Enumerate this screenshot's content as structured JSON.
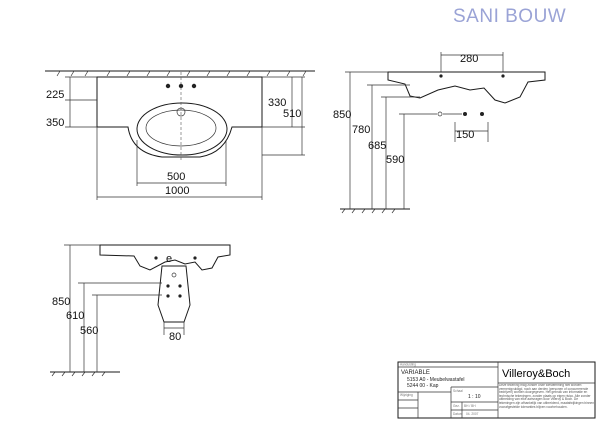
{
  "logo": {
    "text": "SANI BOUW",
    "color": "#9aa3d6"
  },
  "top_view": {
    "dims": {
      "left_upper": "225",
      "left_lower": "350",
      "right_inner": "330",
      "right_outer": "510",
      "basin_width": "500",
      "total_width": "1000"
    }
  },
  "side_view": {
    "dims": {
      "tap_spacing": "280",
      "h1": "850",
      "h2": "780",
      "h3": "685",
      "h4": "590",
      "waste_spacing": "150"
    }
  },
  "front_view": {
    "dims": {
      "h1": "850",
      "h2": "610",
      "h3": "560",
      "siphon_width": "80"
    }
  },
  "title_block": {
    "title": "VARIABLE",
    "lines": [
      "5153 A0 - Meubelwastafel",
      "5244 00 - Kap"
    ],
    "scale_label": "Schaal",
    "scale": "1 : 10",
    "brand": "Villeroy&Boch",
    "label_wijziging": "Wijziging",
    "label_tekening": "Aanduiding",
    "label_gez": "Gez.",
    "label_datum": "Datum",
    "initials": "BH / BH",
    "date": "04. 2007",
    "disclaimer": "Deze tekening mag zonder onze toestemming niet worden vermenigvuldigd, noch aan derden (personen of concurrerende bedrijven) worden doorgegeven. Het gebruik van informatie en technische tekeningen, zonder plaats op eigen risico. Alle zonder uitbreiding van elke aanvragen door Villeroy & Boch. De tekeningen zijn afhankelijk van uitbreidend, maatafwijkingen binnen voorafgestelde toleranties blijven voorbehouden.",
    "bottom_labels": [
      "",
      ""
    ]
  }
}
